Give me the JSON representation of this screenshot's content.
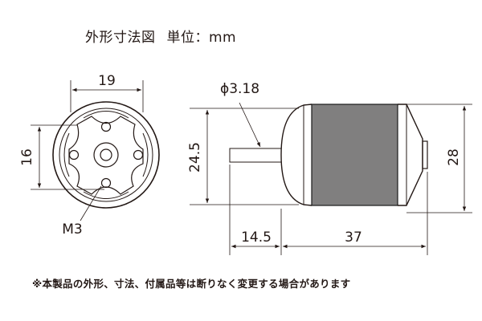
{
  "title": {
    "heading": "外形寸法図",
    "unit_label": "単位：mm"
  },
  "front_view": {
    "width_label": "19",
    "height_label": "16",
    "screw_label": "M3"
  },
  "side_view": {
    "shaft_diameter_label": "ϕ3.18",
    "height_label": "24.5",
    "shaft_length_label": "14.5",
    "body_length_label": "37",
    "end_diameter_label": "28"
  },
  "colors": {
    "line": "#231815",
    "body_band": "#807f7f",
    "outline": "#1a1a1a"
  },
  "note": "※本製品の外形、寸法、付属品等は断りなく変更する場合があります"
}
